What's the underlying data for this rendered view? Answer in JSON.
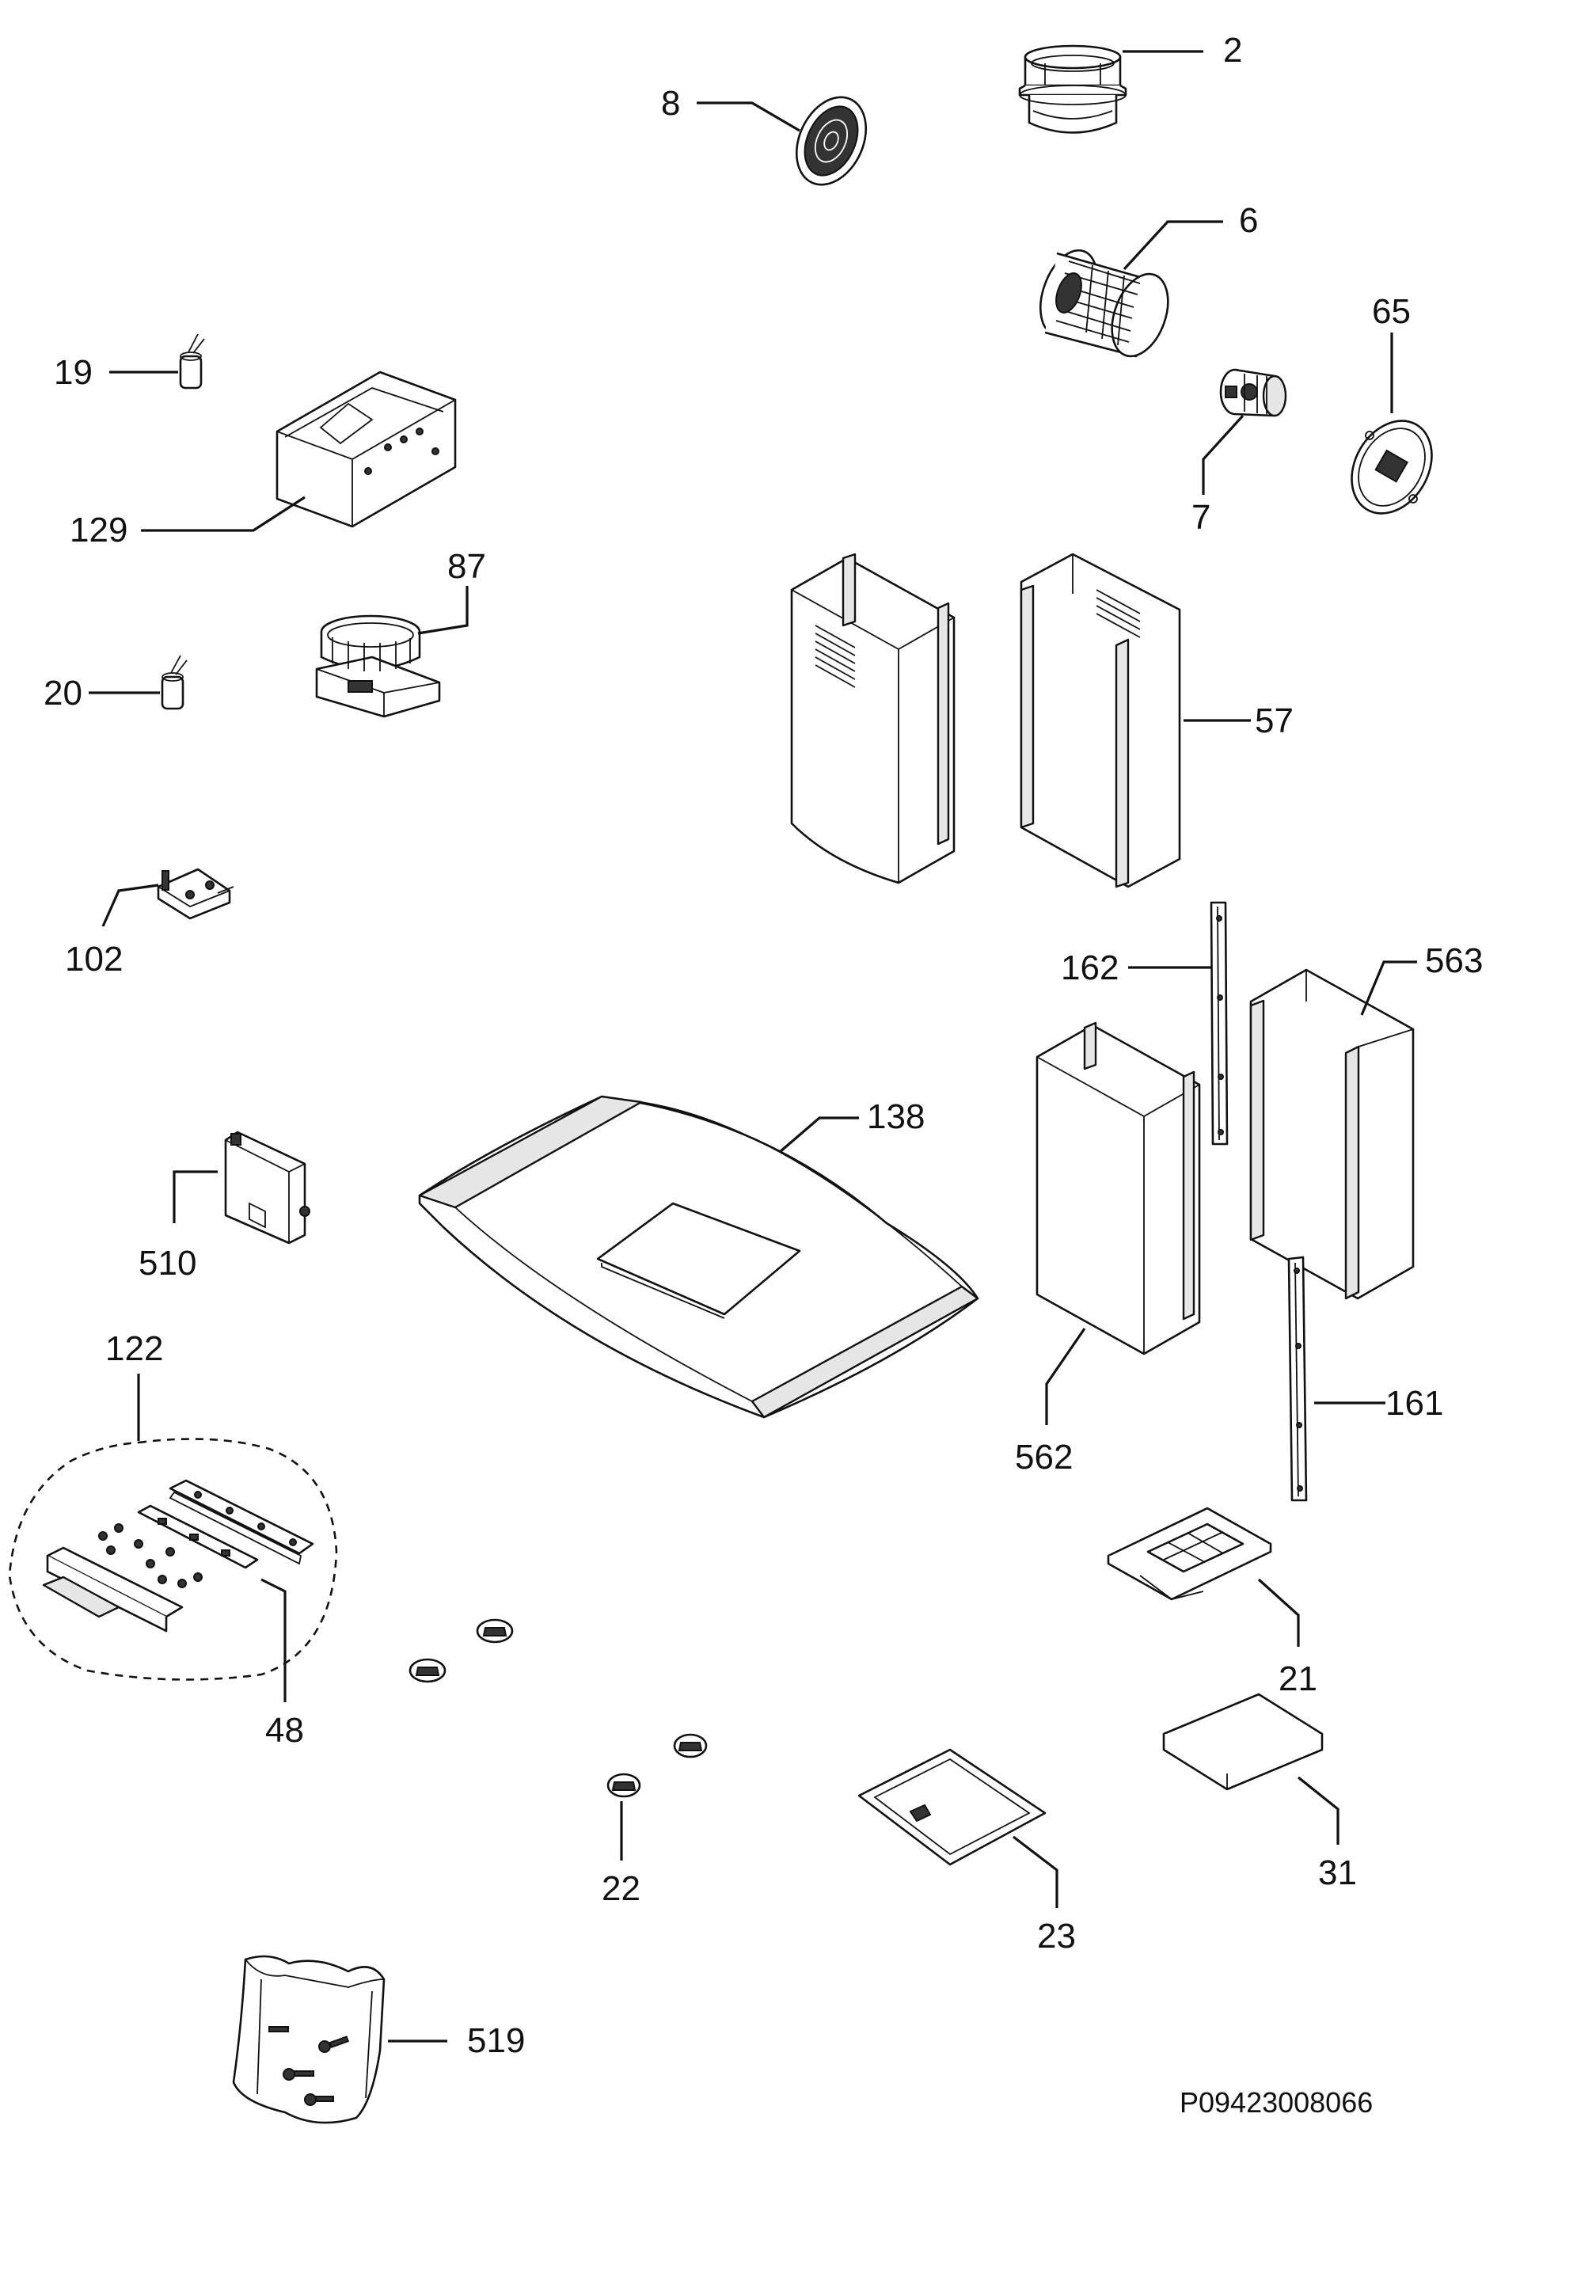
{
  "diagram": {
    "reference_code": "P09423008066",
    "parts": [
      {
        "id": "p2",
        "label": "2"
      },
      {
        "id": "p8",
        "label": "8"
      },
      {
        "id": "p6",
        "label": "6"
      },
      {
        "id": "p65",
        "label": "65"
      },
      {
        "id": "p7",
        "label": "7"
      },
      {
        "id": "p19",
        "label": "19"
      },
      {
        "id": "p129",
        "label": "129"
      },
      {
        "id": "p87",
        "label": "87"
      },
      {
        "id": "p20",
        "label": "20"
      },
      {
        "id": "p57",
        "label": "57"
      },
      {
        "id": "p102",
        "label": "102"
      },
      {
        "id": "p162",
        "label": "162"
      },
      {
        "id": "p563",
        "label": "563"
      },
      {
        "id": "p138",
        "label": "138"
      },
      {
        "id": "p510",
        "label": "510"
      },
      {
        "id": "p122",
        "label": "122"
      },
      {
        "id": "p562",
        "label": "562"
      },
      {
        "id": "p161",
        "label": "161"
      },
      {
        "id": "p21",
        "label": "21"
      },
      {
        "id": "p48",
        "label": "48"
      },
      {
        "id": "p22",
        "label": "22"
      },
      {
        "id": "p31",
        "label": "31"
      },
      {
        "id": "p23",
        "label": "23"
      },
      {
        "id": "p519",
        "label": "519"
      }
    ]
  }
}
